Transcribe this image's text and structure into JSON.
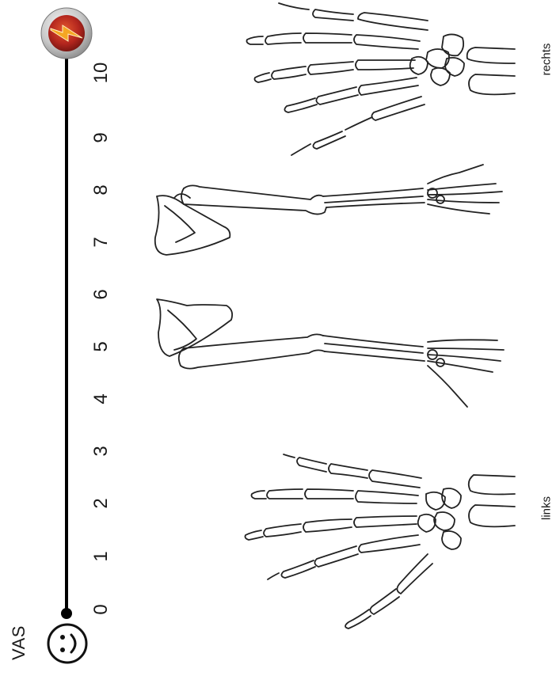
{
  "scale": {
    "title": "VAS",
    "ticks": [
      "0",
      "1",
      "2",
      "3",
      "4",
      "5",
      "6",
      "7",
      "8",
      "9",
      "10"
    ],
    "current_value": 10,
    "min_icon": "smiley-face-icon",
    "max_icon": "lightning-bolt-pain-icon"
  },
  "labels": {
    "left": "links",
    "right": "rechts"
  },
  "colors": {
    "track": "#000000",
    "handle_outer": "#b9b9b9",
    "handle_inner": "#b3261e",
    "bolt": "#f5a623"
  }
}
